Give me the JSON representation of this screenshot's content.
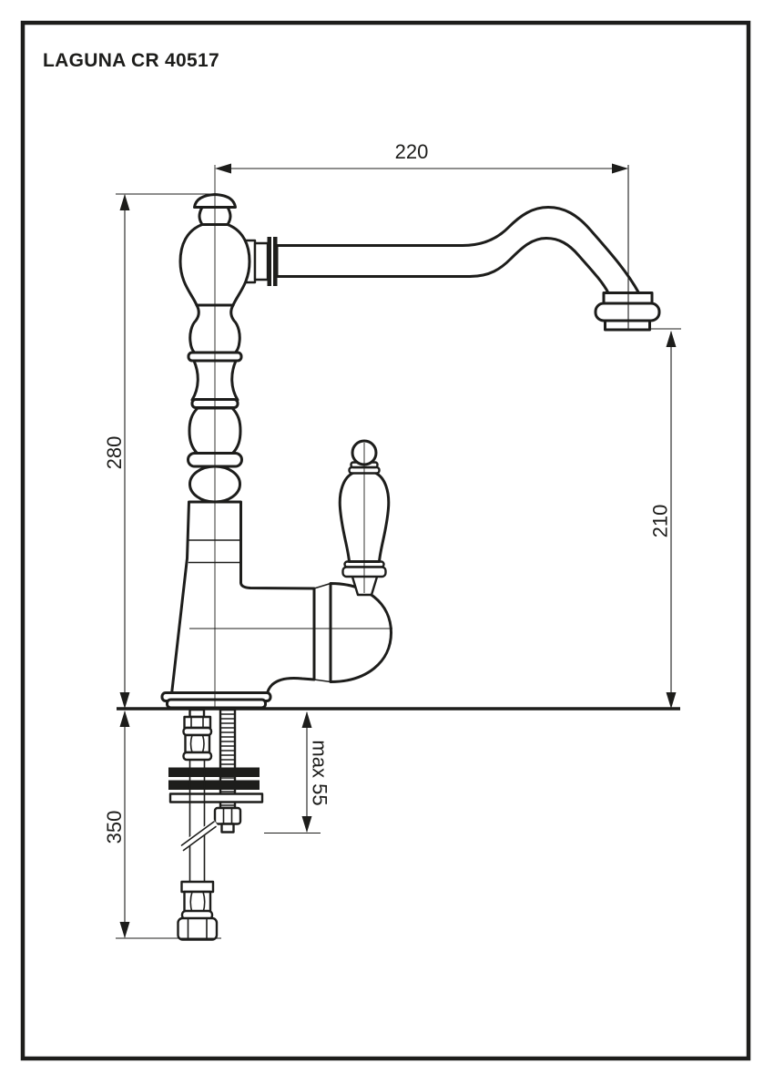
{
  "title": "LAGUNA CR 40517",
  "dimensions": {
    "spout_reach_mm": "220",
    "total_height_mm": "280",
    "outlet_height_mm": "210",
    "hose_length_below_mm": "350",
    "max_deck_thickness_mm": "max 55"
  },
  "colors": {
    "ink": "#1d1d1b",
    "paper": "#ffffff"
  }
}
